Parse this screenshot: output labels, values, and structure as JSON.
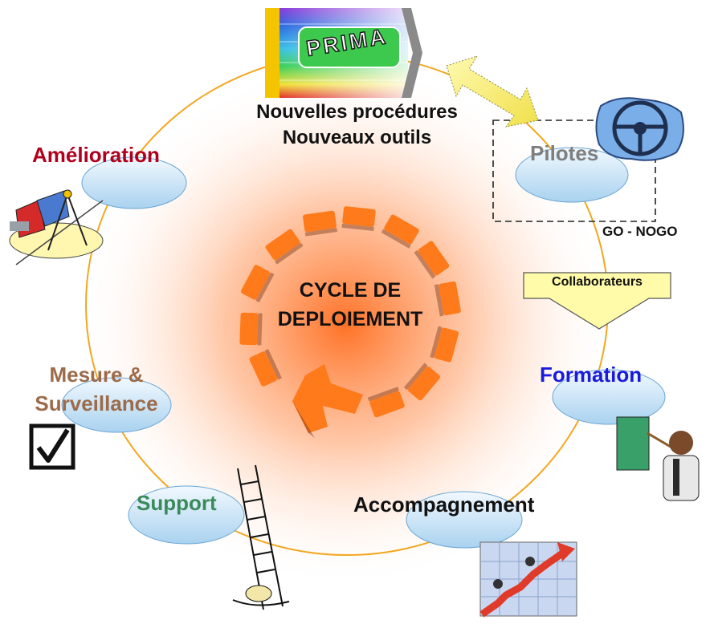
{
  "center": {
    "line1": "CYCLE DE",
    "line2": "DEPLOIEMENT"
  },
  "logo_text": "PRIMA",
  "top_caption": {
    "line1": "Nouvelles procédures",
    "line2": "Nouveaux outils"
  },
  "stages": {
    "amelioration": "Amélioration",
    "pilotes": "Pilotes",
    "formation": "Formation",
    "accompagnement": "Accompagnement",
    "support": "Support",
    "mesure_line1": "Mesure &",
    "mesure_line2": "Surveillance"
  },
  "go_nogo": "GO - NOGO",
  "collaborateurs": "Collaborateurs",
  "colors": {
    "amelioration": "#b0001e",
    "pilotes": "#7f7f7f",
    "formation": "#1a1adc",
    "accompagnement": "#111111",
    "support": "#3a8a5a",
    "mesure": "#9c6b4a",
    "cycle_ring": "#f3a720",
    "arrow_orange": "#ff7a1a",
    "ellipse_fill": "#cfe7f7"
  }
}
